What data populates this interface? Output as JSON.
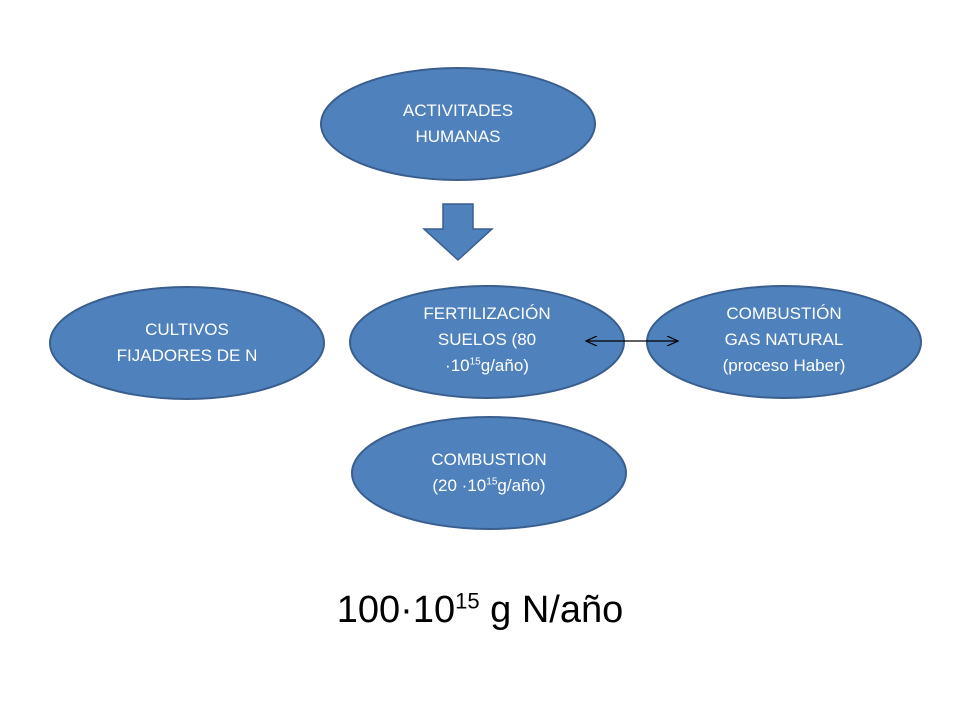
{
  "colors": {
    "node_fill": "#4f81bd",
    "node_stroke": "#3a5f8f",
    "arrow_fill": "#4f81bd",
    "connector": "#000000"
  },
  "nodes": {
    "activities": {
      "line1": "ACTIVITADES",
      "line2": "HUMANAS"
    },
    "crops": {
      "line1": "CULTIVOS",
      "line2": "FIJADORES DE N"
    },
    "fertilization": {
      "line1": "FERTILIZACIÓN",
      "line2": "SUELOS (80",
      "line3_prefix": "·10",
      "line3_exp": "15",
      "line3_suffix": "g/año)"
    },
    "natural_gas": {
      "line1": "COMBUSTIÓN",
      "line2": "GAS NATURAL",
      "line3": "(proceso Haber)"
    },
    "combustion": {
      "line1": "COMBUSTION",
      "line2_prefix": "(20 ·10",
      "line2_exp": "15",
      "line2_suffix": "g/año)"
    }
  },
  "total": {
    "base": "100·10",
    "exp": "15",
    "unit": " g N/año"
  }
}
